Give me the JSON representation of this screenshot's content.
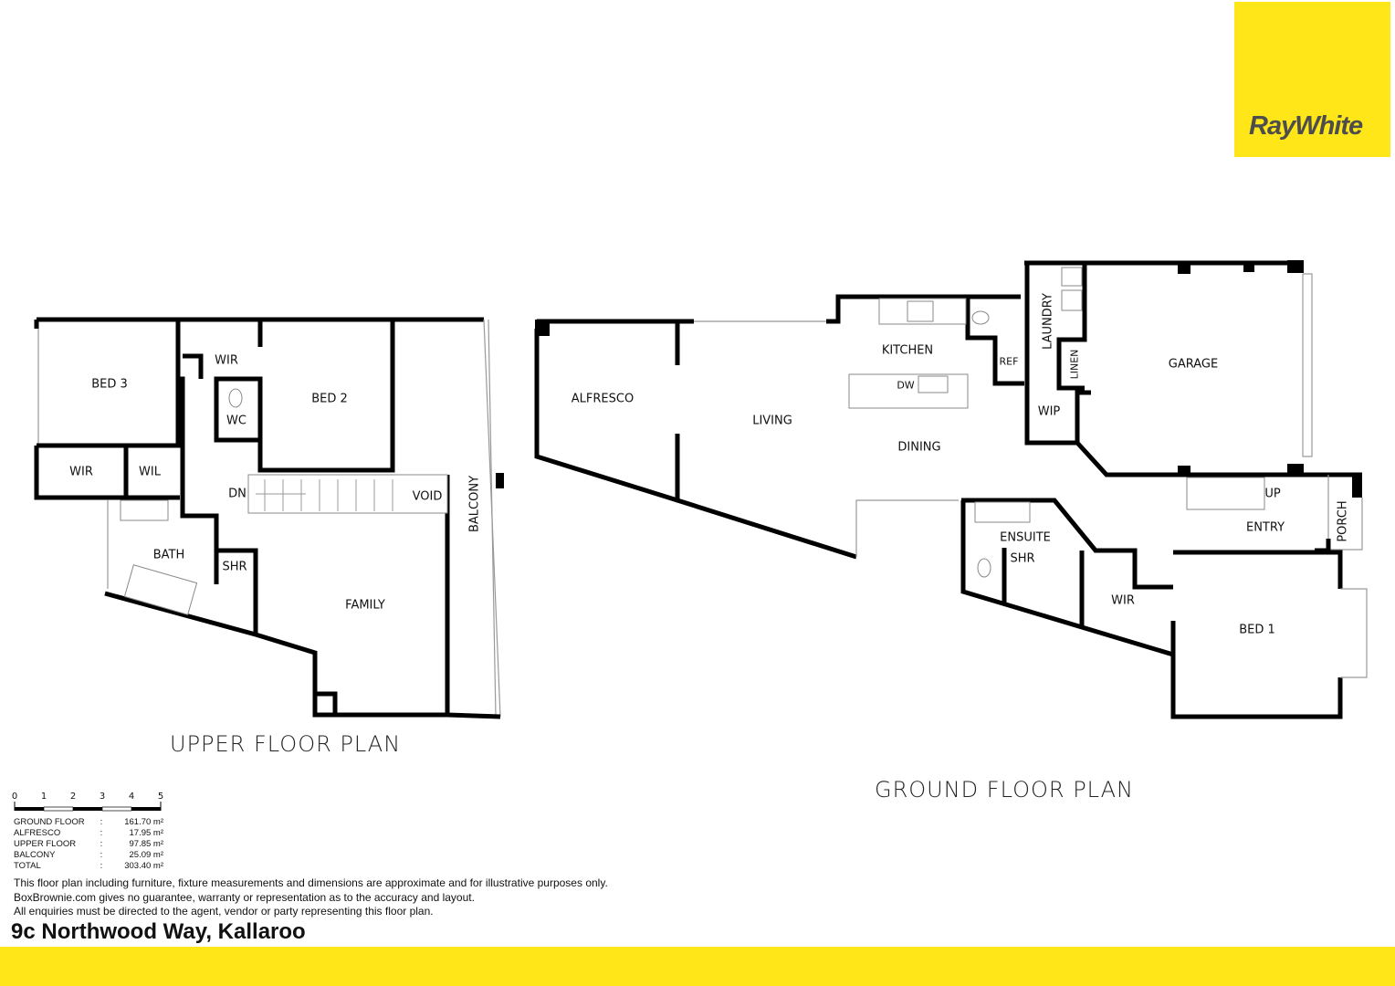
{
  "brand": {
    "logo_text": "RayWhite",
    "color": "#FFE619",
    "text_color": "#4D4D4D"
  },
  "upper_plan": {
    "title": "UPPER FLOOR PLAN",
    "rooms": {
      "bed3": "BED 3",
      "wir1": "WIR",
      "bed2": "BED 2",
      "wc": "WC",
      "wir2": "WIR",
      "wil": "WIL",
      "dn": "DN",
      "void": "VOID",
      "balcony": "BALCONY",
      "bath": "BATH",
      "shr": "SHR",
      "family": "FAMILY"
    }
  },
  "ground_plan": {
    "title": "GROUND FLOOR PLAN",
    "rooms": {
      "alfresco": "ALFRESCO",
      "living": "LIVING",
      "kitchen": "KITCHEN",
      "dw": "DW",
      "ref": "REF",
      "laundry": "LAUNDRY",
      "linen": "LINEN",
      "wip": "WIP",
      "garage": "GARAGE",
      "dining": "DINING",
      "up": "UP",
      "entry": "ENTRY",
      "porch": "PORCH",
      "ensuite": "ENSUITE",
      "shr": "SHR",
      "wir": "WIR",
      "bed1": "BED 1"
    }
  },
  "scale": {
    "ticks": [
      "0",
      "1",
      "2",
      "3",
      "4",
      "5"
    ]
  },
  "areas": [
    {
      "label": "GROUND FLOOR",
      "value": "161.70 m²"
    },
    {
      "label": "ALFRESCO",
      "value": "17.95 m²"
    },
    {
      "label": "UPPER FLOOR",
      "value": "97.85 m²"
    },
    {
      "label": "BALCONY",
      "value": "25.09 m²"
    },
    {
      "label": "TOTAL",
      "value": "303.40 m²"
    }
  ],
  "disclaimer": [
    "This floor plan including furniture, fixture measurements and dimensions are approximate and for illustrative purposes only.",
    "BoxBrownie.com gives no guarantee, warranty or representation as to the accuracy and layout.",
    "All enquiries must be directed to the agent, vendor or party representing this floor plan."
  ],
  "address": "9c Northwood Way, Kallaroo"
}
